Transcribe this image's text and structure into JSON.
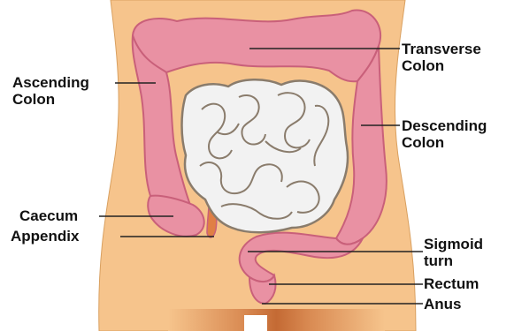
{
  "labels": {
    "transverse_1": "Transverse",
    "transverse_2": "Colon",
    "ascending_1": "Ascending",
    "ascending_2": "Colon",
    "descending_1": "Descending",
    "descending_2": "Colon",
    "caecum": "Caecum",
    "appendix": "Appendix",
    "sigmoid_1": "Sigmoid",
    "sigmoid_2": "turn",
    "rectum": "Rectum",
    "anus": "Anus"
  },
  "colors": {
    "torso": "#f6c48c",
    "colon": "#e991a3",
    "colon_edge": "#c9607a",
    "small_intestine": "#f2f2f2",
    "small_intestine_edge": "#8a7c6c",
    "pelvis_shadow": "#c9753f"
  }
}
